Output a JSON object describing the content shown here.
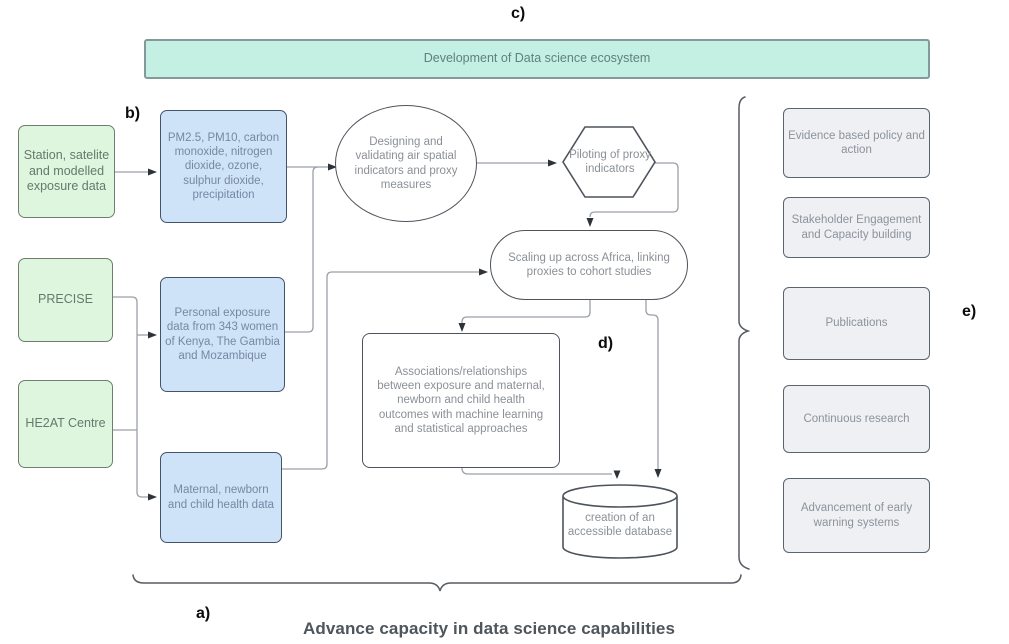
{
  "colors": {
    "banner_fill": "#c4f0e3",
    "banner_border": "#84999a",
    "banner_text": "#61807b",
    "green_fill": "#def5de",
    "green_border": "#6e7f70",
    "blue_fill": "#cfe3f8",
    "blue_border": "#44536b",
    "gray_fill": "#eef0f3",
    "gray_border": "#5a646e",
    "shape_fill": "#ffffff",
    "shape_border": "#4d545c",
    "shape_text": "#8b9096",
    "connector": "#9ba1a7",
    "arrowhead": "#2e3338",
    "label_color": "#0b0b0b"
  },
  "annotations": {
    "a": "a)",
    "b": "b)",
    "c": "c)",
    "d": "d)",
    "e": "e)"
  },
  "banner": "Development of Data science ecosystem",
  "sources": [
    "Station, satelite and modelled exposure data",
    "PRECISE",
    "HE2AT Centre"
  ],
  "inputs": [
    "PM2.5, PM10, carbon monoxide, nitrogen dioxide, ozone, sulphur dioxide, precipitation",
    "Personal exposure data from 343 women of Kenya, The Gambia and Mozambique",
    "Maternal, newborn and child health data"
  ],
  "process": {
    "designing": "Designing and validating air spatial indicators and proxy measures",
    "piloting": "Piloting of proxy indicators",
    "scaling": "Scaling up across Africa, linking proxies to cohort studies",
    "associations": "Associations/relationships between exposure and maternal, newborn and child health outcomes with machine learning and statistical approaches",
    "database": "creation of an accessible database"
  },
  "outcomes": [
    "Evidence based policy and action",
    "Stakeholder Engagement and Capacity building",
    "Publications",
    "Continuous research",
    "Advancement of early warning systems"
  ],
  "caption": "Advance capacity in data science capabilities"
}
